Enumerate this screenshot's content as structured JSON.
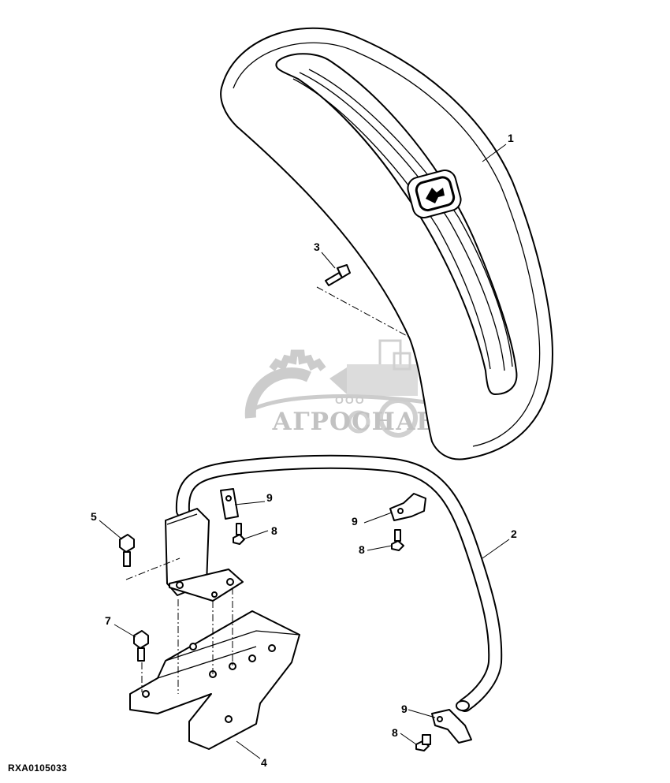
{
  "diagram": {
    "reference_code": "RXA0105033",
    "callouts": [
      {
        "id": "callout-1",
        "label": "1"
      },
      {
        "id": "callout-2",
        "label": "2"
      },
      {
        "id": "callout-3",
        "label": "3"
      },
      {
        "id": "callout-4",
        "label": "4"
      },
      {
        "id": "callout-5",
        "label": "5"
      },
      {
        "id": "callout-7",
        "label": "7"
      },
      {
        "id": "callout-8a",
        "label": "8"
      },
      {
        "id": "callout-8b",
        "label": "8"
      },
      {
        "id": "callout-8c",
        "label": "8"
      },
      {
        "id": "callout-9a",
        "label": "9"
      },
      {
        "id": "callout-9b",
        "label": "9"
      },
      {
        "id": "callout-9c",
        "label": "9"
      }
    ],
    "watermark": {
      "prefix": "ООО",
      "brand": "АГРОСНАБ",
      "icons": [
        "gear-icon",
        "harvester-icon"
      ]
    },
    "logo_icon": "deer-logo-icon",
    "colors": {
      "line": "#000000",
      "watermark": "#b8b8b8",
      "background": "#ffffff"
    }
  }
}
